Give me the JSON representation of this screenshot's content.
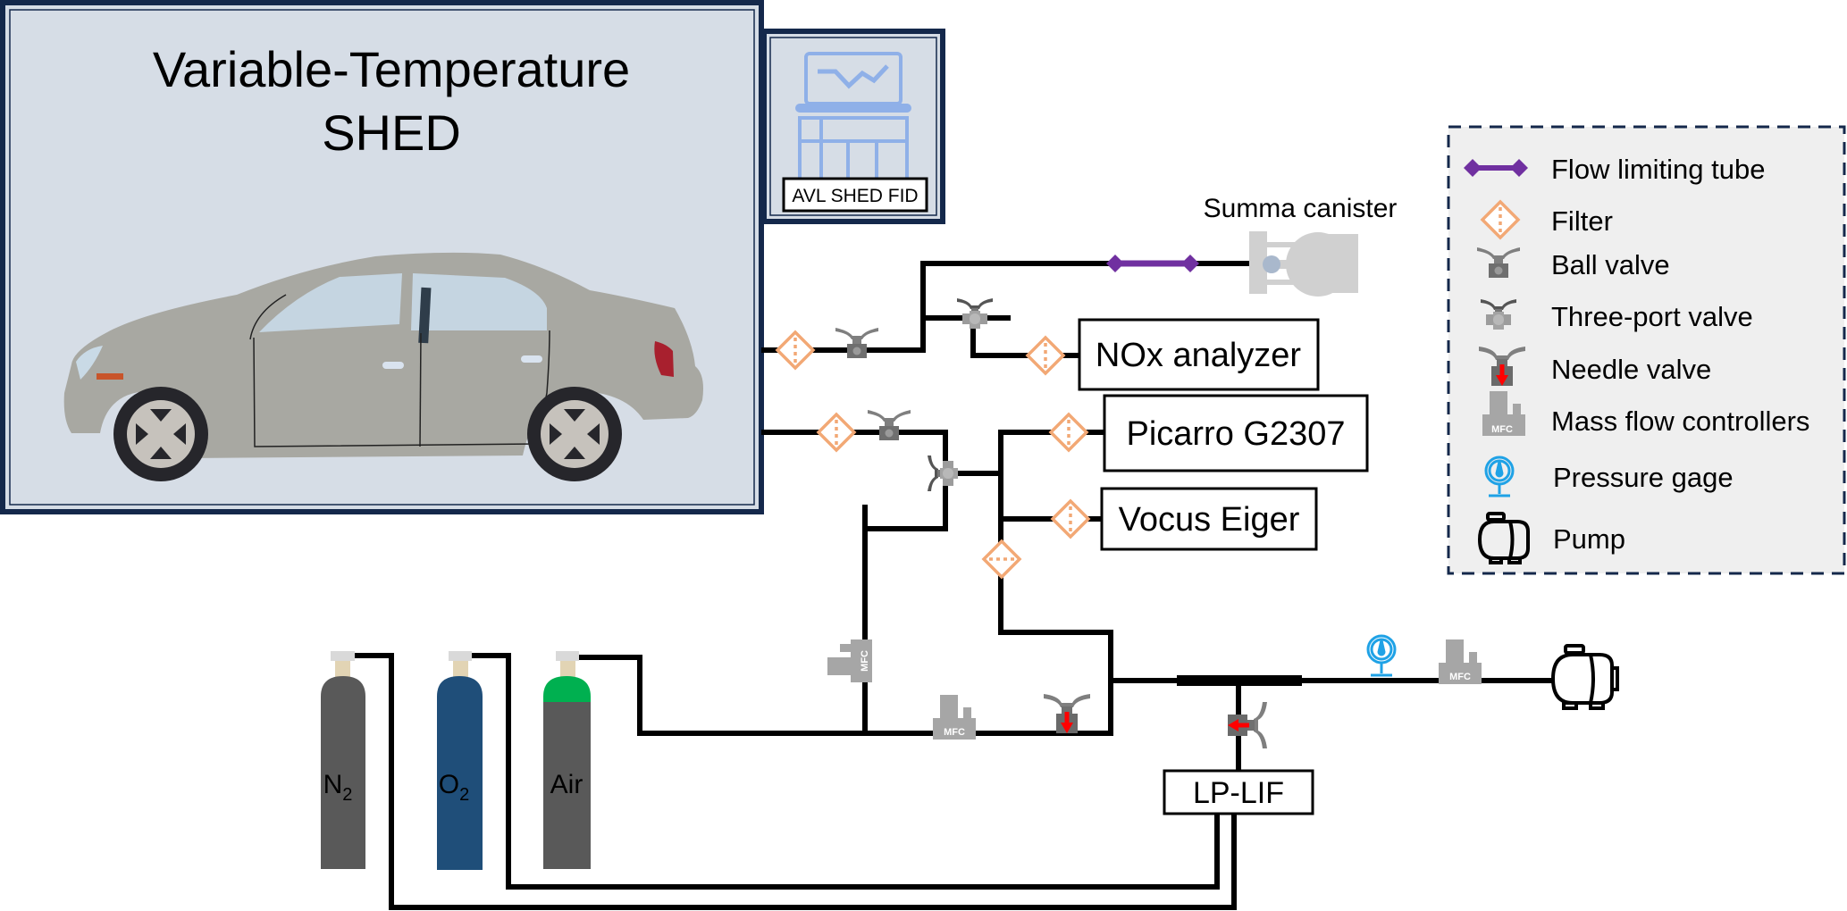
{
  "shed": {
    "title_line1": "Variable-Temperature",
    "title_line2": "SHED",
    "background": "#d6dde6",
    "border": "#14284b"
  },
  "avl": {
    "label": "AVL SHED FID"
  },
  "instruments": {
    "summa": "Summa canister",
    "nox": "NOx analyzer",
    "picarro": "Picarro G2307",
    "vocus": "Vocus Eiger",
    "lplif": "LP-LIF"
  },
  "cylinders": [
    {
      "label": "N",
      "sub": "2",
      "color": "#595959",
      "cap": "#595959"
    },
    {
      "label": "O",
      "sub": "2",
      "color": "#1f4e79",
      "cap": "#1f4e79"
    },
    {
      "label": "Air",
      "sub": "",
      "color": "#595959",
      "cap": "#00b050"
    }
  ],
  "mfc_label": "MFC",
  "legend": {
    "items": [
      {
        "icon": "flow-limiting-tube",
        "label": "Flow limiting tube"
      },
      {
        "icon": "filter",
        "label": "Filter"
      },
      {
        "icon": "ball-valve",
        "label": "Ball valve"
      },
      {
        "icon": "three-port-valve",
        "label": "Three-port valve"
      },
      {
        "icon": "needle-valve",
        "label": "Needle valve"
      },
      {
        "icon": "mass-flow-controller",
        "label": "Mass flow controllers"
      },
      {
        "icon": "pressure-gage",
        "label": "Pressure gage"
      },
      {
        "icon": "pump",
        "label": "Pump"
      }
    ]
  },
  "colors": {
    "flow_tube": "#7030a0",
    "filter": "#f2a875",
    "pressure_gage": "#1fa2e6",
    "needle_arrow": "#ff0000"
  }
}
